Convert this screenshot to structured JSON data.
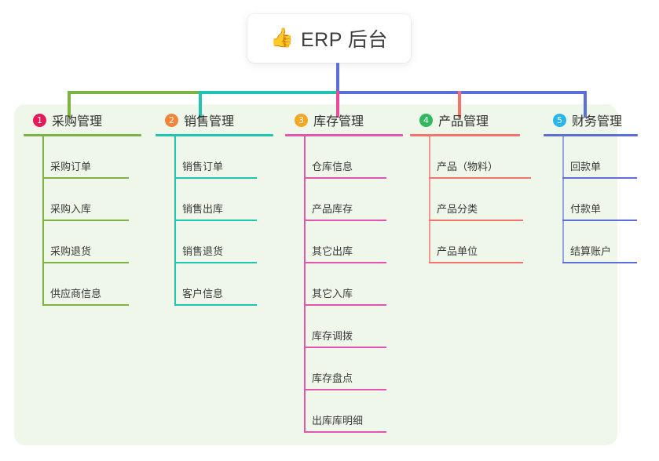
{
  "title": {
    "icon": "thumbs-up-emoji",
    "icon_glyph": "👍",
    "text": "ERP 后台"
  },
  "colors": {
    "panel_background": "#eef7e9",
    "page_background": "#ffffff",
    "title_text": "#3d3d3d",
    "trunk": "#5b6fd6"
  },
  "columns": [
    {
      "index": "1",
      "label": "采购管理",
      "badge_color": "#e8195b",
      "rule_color": "#7cb342",
      "line_color": "#7cb342",
      "stub_color": "#7cb342",
      "items": [
        "采购订单",
        "采购入库",
        "采购退货",
        "供应商信息"
      ]
    },
    {
      "index": "2",
      "label": "销售管理",
      "badge_color": "#f5833a",
      "rule_color": "#1ec5b0",
      "line_color": "#1ec5b0",
      "stub_color": "#1ec5b0",
      "items": [
        "销售订单",
        "销售出库",
        "销售退货",
        "客户信息"
      ]
    },
    {
      "index": "3",
      "label": "库存管理",
      "badge_color": "#f5a623",
      "rule_color": "#e356b0",
      "line_color": "#e356b0",
      "stub_color": "#ec4899",
      "items": [
        "仓库信息",
        "产品库存",
        "其它出库",
        "其它入库",
        "库存调拨",
        "库存盘点",
        "出库库明细"
      ]
    },
    {
      "index": "4",
      "label": "产品管理",
      "badge_color": "#2fba5f",
      "rule_color": "#f4736a",
      "line_color": "#f4958e",
      "stub_color": "#f4736a",
      "items": [
        "产品（物料）",
        "产品分类",
        "产品单位"
      ]
    },
    {
      "index": "5",
      "label": "财务管理",
      "badge_color": "#29b6e8",
      "rule_color": "#5b6fd6",
      "line_color": "#93a4e0",
      "stub_color": "#5b6fd6",
      "items": [
        "回款单",
        "付款单",
        "结算账户"
      ]
    }
  ]
}
